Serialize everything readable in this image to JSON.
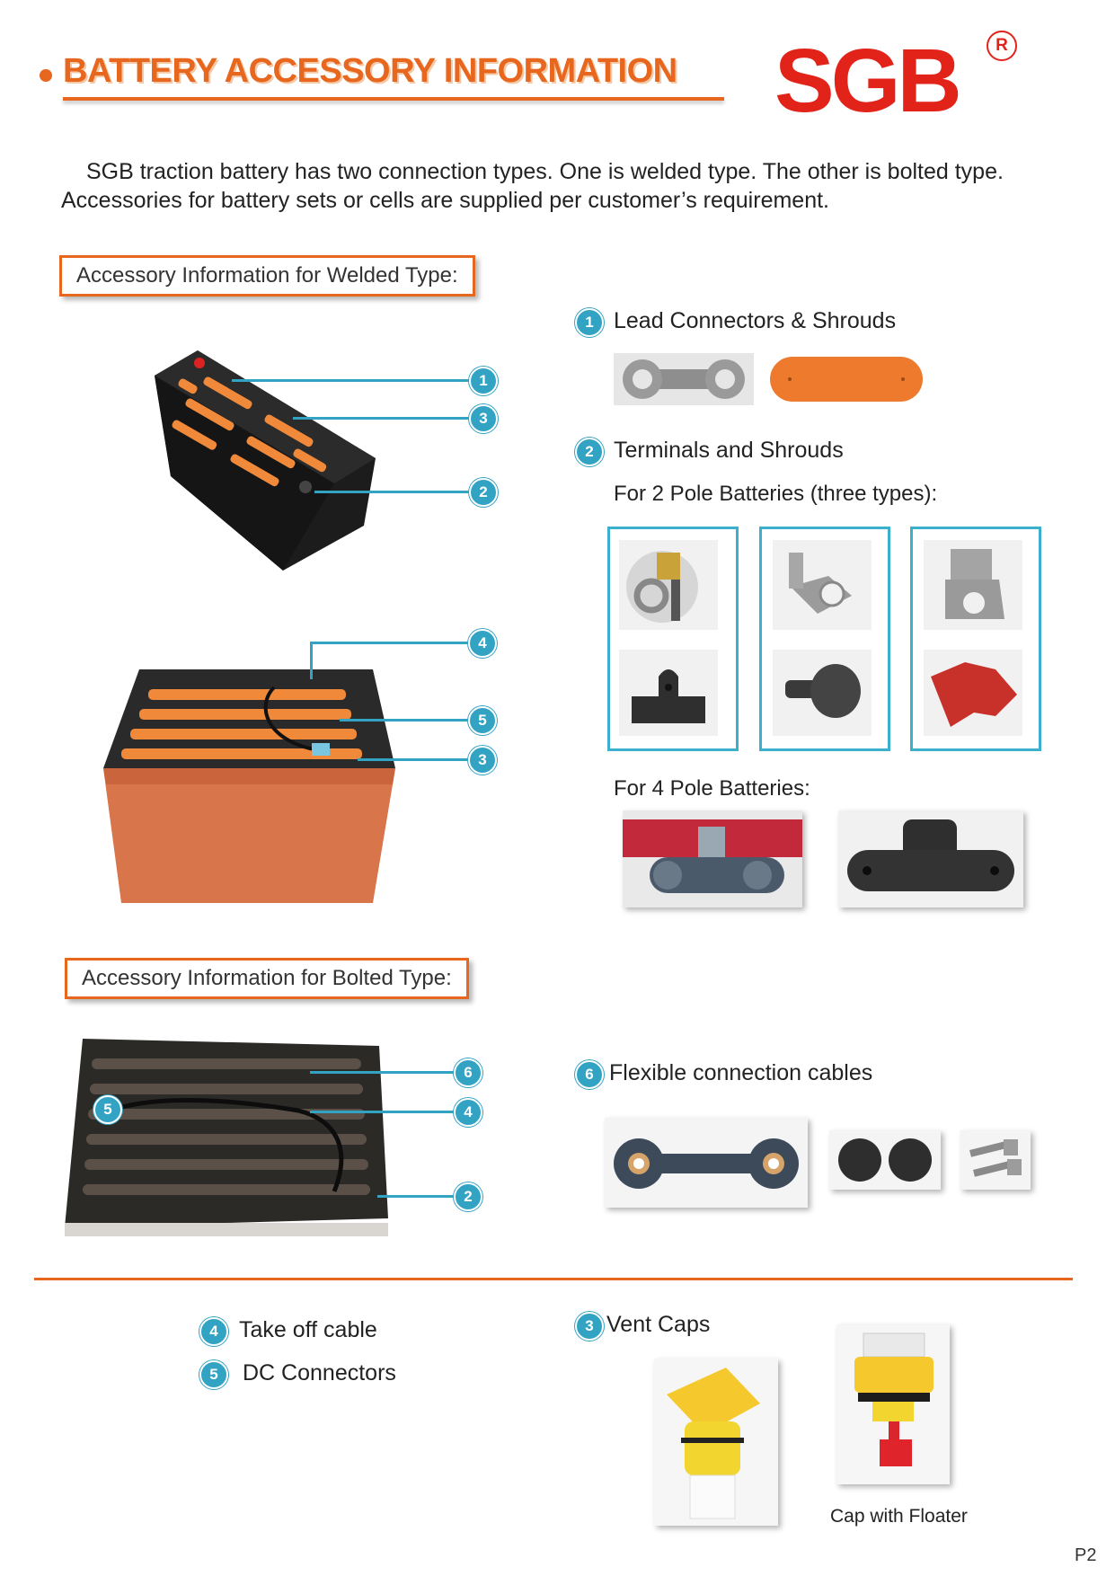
{
  "header": {
    "title": "BATTERY ACCESSORY INFORMATION",
    "logo": "SGB",
    "registered": "R"
  },
  "intro": "SGB traction battery has two connection types. One is welded type. The other is bolted type. Accessories for battery sets or cells are supplied per customer’s requirement.",
  "welded": {
    "label": "Accessory Information for Welded Type:",
    "callouts_top": [
      "1",
      "3",
      "2"
    ],
    "callouts_bottom": [
      "4",
      "5",
      "3"
    ]
  },
  "bolted": {
    "label": "Accessory Information for Bolted Type:",
    "callouts": [
      "6",
      "5",
      "4",
      "2"
    ]
  },
  "items": {
    "lead_connectors": {
      "number": "1",
      "label": "Lead Connectors & Shrouds"
    },
    "terminals": {
      "number": "2",
      "label": "Terminals and Shrouds",
      "two_pole": "For 2 Pole Batteries (three types):",
      "four_pole": "For 4 Pole Batteries:"
    },
    "flex_cables": {
      "number": "6",
      "label": "Flexible connection cables"
    },
    "take_off": {
      "number": "4",
      "label": "Take off cable"
    },
    "dc_connectors": {
      "number": "5",
      "label": "DC Connectors"
    },
    "vent_caps": {
      "number": "3",
      "label": "Vent Caps",
      "floater_caption": "Cap with Floater"
    }
  },
  "page": "P2",
  "colors": {
    "accent": "#e8671e",
    "logo": "#e2231a",
    "callout": "#33a3c4"
  }
}
